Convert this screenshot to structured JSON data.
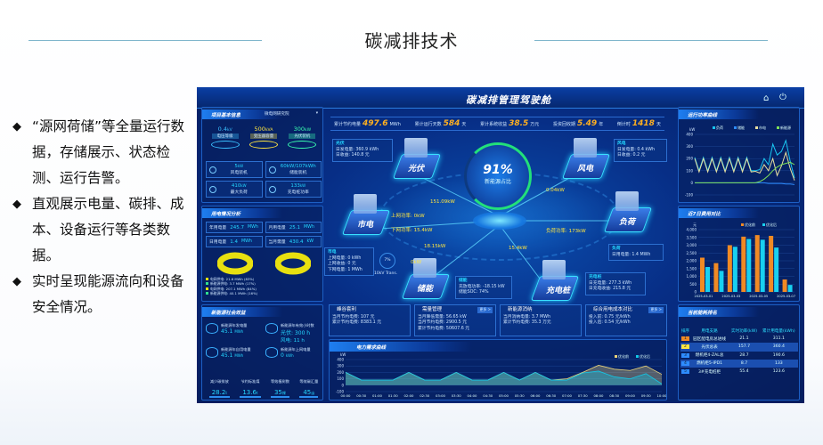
{
  "slide": {
    "title": "碳减排技术",
    "bullets": [
      "“源网荷储”等全量运行数据，存储展示、状态检测、运行告警。",
      "直观展示电量、碳排、成本、设备运行等各类数据。",
      "实时呈现能源流向和设备安全情况。"
    ]
  },
  "dashboard": {
    "title": "碳减排管理驾驶舱",
    "icons": [
      "home-icon",
      "power-icon"
    ],
    "stats": [
      {
        "label": "累计节约电量",
        "value": "497.6",
        "unit": "MWh"
      },
      {
        "label": "累计运行天数",
        "value": "584",
        "unit": "天"
      },
      {
        "label": "累计系统收益",
        "value": "38.5",
        "unit": "万元"
      },
      {
        "label": "投资回收期",
        "value": "5.49",
        "unit": "年"
      },
      {
        "label": "倒计时",
        "value": "1418",
        "unit": "天"
      }
    ],
    "info": {
      "title": "项目基本信息",
      "dropdown": "微电网研究院",
      "rings": [
        {
          "value": "0.4",
          "unit": "kV",
          "label": "电压等级"
        },
        {
          "value": "500",
          "unit": "kVA",
          "label": "变压器容量"
        },
        {
          "value": "300",
          "unit": "kW",
          "label": "光伏装机"
        }
      ],
      "items": [
        {
          "value": "5",
          "unit": "kW",
          "label": "风电装机"
        },
        {
          "value": "60kW/107kWh",
          "unit": "",
          "label": "储能装机"
        },
        {
          "value": "410",
          "unit": "kW",
          "label": "最大负荷"
        },
        {
          "value": "133",
          "unit": "kW",
          "label": "充电桩功率"
        }
      ]
    },
    "usage": {
      "title": "用电情况分析",
      "items": [
        {
          "label": "年用电量",
          "value": "245.7",
          "unit": "MWh"
        },
        {
          "label": "月用电量",
          "value": "25.1",
          "unit": "MWh"
        },
        {
          "label": "日用电量",
          "value": "1.4",
          "unit": "MWh"
        },
        {
          "label": "当月需量",
          "value": "430.4",
          "unit": "kW"
        }
      ],
      "donuts": [
        [
          "电网供电: 21.6 MWh (83%)",
          "新能源供电: 3.7 MWh (17%)"
        ],
        [
          "电网供电: 207.1 MWh (84%)",
          "新能源供电: 40.1 MWh (16%)"
        ]
      ],
      "donut_fraction": [
        0.83,
        0.84
      ]
    },
    "benefit": {
      "title": "新能源社会效益",
      "items": [
        {
          "label": "新能源年发电量",
          "value": "45.1",
          "unit": "MWh"
        },
        {
          "label": "新能源年有效小时数",
          "value": "光伏: 300 h",
          "value2": "风电: 11 h"
        },
        {
          "label": "新能源年自用电量",
          "value": "45.1",
          "unit": "MWh"
        },
        {
          "label": "新能源年上网电量",
          "value": "0",
          "unit": "kWh"
        }
      ],
      "bottom": [
        {
          "label": "减少碳排放",
          "value": "28.2",
          "unit": "t"
        },
        {
          "label": "节约标准煤",
          "value": "13.6",
          "unit": "t"
        },
        {
          "label": "等效植树数",
          "value": "35",
          "unit": "棵"
        },
        {
          "label": "等效碳汇量",
          "value": "45",
          "unit": "亩"
        }
      ]
    },
    "center": {
      "percent": "91%",
      "percent_label": "新能源占比",
      "percent_value": 0.91,
      "nodes": {
        "pv": "光伏",
        "wind": "风电",
        "grid": "市电",
        "load": "负荷",
        "storage": "储能",
        "charger": "充电桩"
      },
      "pv_box": [
        "光伏",
        "日发电量: 360.9 kWh",
        "日收益: 140.8 元"
      ],
      "wind_box": [
        "风电",
        "日发电量: 0.4 kWh",
        "日收益: 0.2 元"
      ],
      "grid_box": [
        "市电",
        "上网电量: 0 kWh",
        "上网收益: 0 元",
        "下网电量: 1 MWh"
      ],
      "load_box": [
        "负荷",
        "日用电量: 1.4 MWh"
      ],
      "storage_box": [
        "储能",
        "充放电功率: -18.15 kW",
        "储能SOC: 74%"
      ],
      "charger_box": [
        "充电桩",
        "日充电量: 277.3 kWh",
        "日充电收益: 215.8 元"
      ],
      "flows": {
        "pv": "151.09kW",
        "wind": "0.04kW",
        "grid_up": "上网功率: 0kW",
        "grid_down": "下网功率: 15.4kW",
        "load": "负荷功率: 173kW",
        "storage1": "0kW",
        "storage2": "18.15kW",
        "charger": "15.4kW"
      },
      "transformer": {
        "percent": "7%",
        "label": "10kV Trans."
      }
    },
    "cards": [
      {
        "title": "峰谷套利",
        "lines": [
          "当月节约电费: 107 元",
          "累计节约电费: 8383.1 元"
        ]
      },
      {
        "title": "需量管理",
        "more": "更多 >",
        "lines": [
          "当月降低需量: 56.65 kW",
          "当月节约电费: 2900.5 元",
          "累计节约电费: 50607.6 元"
        ]
      },
      {
        "title": "新能源消纳",
        "lines": [
          "当月消纳电量: 3.7 MWh",
          "累计节约电费: 35.3 万元"
        ]
      },
      {
        "title": "综合用电成本对比",
        "more": "更多 >",
        "lines": [
          "投入前: 0.75 元/kWh",
          "投入后: 0.54 元/kWh"
        ]
      }
    ],
    "ranking": {
      "title": "当前能耗排名",
      "headers": [
        "排序",
        "用电支路",
        "实时功率(kW)",
        "累计用电量(kWh)"
      ],
      "rows": [
        [
          "1",
          "园区配电房总进线",
          "21.1",
          "311.1"
        ],
        [
          "2",
          "光伏总表",
          "157.7",
          "360.4"
        ],
        [
          "3",
          "燃机柜4-ZAL总",
          "28.7",
          "190.6"
        ],
        [
          "4",
          "燃机柜5-IPD1",
          "8.7",
          "133"
        ],
        [
          "5",
          "3#充电桩柜",
          "55.4",
          "123.6"
        ]
      ]
    }
  },
  "chart_data": [
    {
      "type": "line",
      "title": "运行功率曲线",
      "ylabel": "kW",
      "ylim": [
        -100,
        400
      ],
      "yticks": [
        -100,
        0,
        100,
        200,
        300,
        400
      ],
      "series": [
        {
          "name": "负荷",
          "color": "#19c6f0",
          "values": [
            210,
            100,
            210,
            100,
            210,
            100,
            210,
            100,
            210,
            100,
            210,
            100,
            210,
            100,
            100,
            110,
            200,
            150,
            320,
            230,
            260,
            350,
            180,
            40
          ]
        },
        {
          "name": "储能",
          "color": "#2e8cff",
          "values": [
            0,
            0,
            0,
            0,
            0,
            0,
            0,
            0,
            0,
            0,
            0,
            0,
            0,
            0,
            0,
            0,
            0,
            -5,
            -5,
            -5,
            -5,
            -10,
            -10,
            -15
          ]
        },
        {
          "name": "市电",
          "color": "#e8e0a0",
          "values": [
            200,
            90,
            200,
            90,
            200,
            90,
            200,
            90,
            200,
            90,
            200,
            90,
            200,
            90,
            95,
            80,
            150,
            100,
            200,
            60,
            140,
            250,
            120,
            20
          ]
        },
        {
          "name": "新能源",
          "color": "#7ee05a",
          "values": [
            0,
            0,
            0,
            0,
            0,
            0,
            0,
            0,
            0,
            0,
            0,
            0,
            0,
            0,
            0,
            10,
            30,
            60,
            100,
            130,
            150,
            160,
            170,
            150
          ]
        }
      ]
    },
    {
      "type": "bar",
      "title": "近7日费用对比",
      "ylabel": "元",
      "ylim": [
        0,
        4000
      ],
      "yticks": [
        "0",
        "500",
        "1,000",
        "1,500",
        "2,000",
        "2,500",
        "3,000",
        "3,500",
        "4,000"
      ],
      "categories": [
        "2025-03-01",
        "2025-03-02",
        "2025-03-03",
        "2025-03-04",
        "2025-03-05",
        "2025-03-06",
        "2025-03-07"
      ],
      "tick_labels": [
        "2025-03-01",
        "2025-03-03",
        "2025-03-05",
        "2025-03-07"
      ],
      "series": [
        {
          "name": "优化前",
          "color": "#f08a24",
          "values": [
            2200,
            1850,
            3000,
            3550,
            3650,
            3600,
            800
          ]
        },
        {
          "name": "优化后",
          "color": "#18d0f0",
          "values": [
            1600,
            1350,
            2900,
            3400,
            3350,
            2850,
            450
          ]
        }
      ]
    },
    {
      "type": "area",
      "title": "电力需求曲线",
      "ylabel": "kW",
      "ylim": [
        -100,
        400
      ],
      "yticks": [
        -100,
        0,
        100,
        200,
        300,
        400
      ],
      "x": [
        "00:00",
        "00:30",
        "01:00",
        "01:30",
        "02:00",
        "02:30",
        "03:00",
        "03:30",
        "04:00",
        "04:30",
        "05:00",
        "05:30",
        "06:00",
        "06:30",
        "07:00",
        "07:30",
        "08:00",
        "08:30",
        "09:00",
        "09:30",
        "10:00"
      ],
      "series": [
        {
          "name": "优化前",
          "color": "#e8d27a",
          "values": [
            200,
            80,
            80,
            80,
            200,
            80,
            80,
            200,
            80,
            80,
            200,
            80,
            200,
            80,
            100,
            200,
            310,
            250,
            230,
            300,
            170
          ]
        },
        {
          "name": "优化后",
          "color": "#12c8e8",
          "values": [
            200,
            80,
            80,
            80,
            200,
            80,
            80,
            200,
            80,
            80,
            200,
            80,
            200,
            80,
            80,
            190,
            220,
            130,
            100,
            180,
            20
          ]
        }
      ]
    }
  ]
}
